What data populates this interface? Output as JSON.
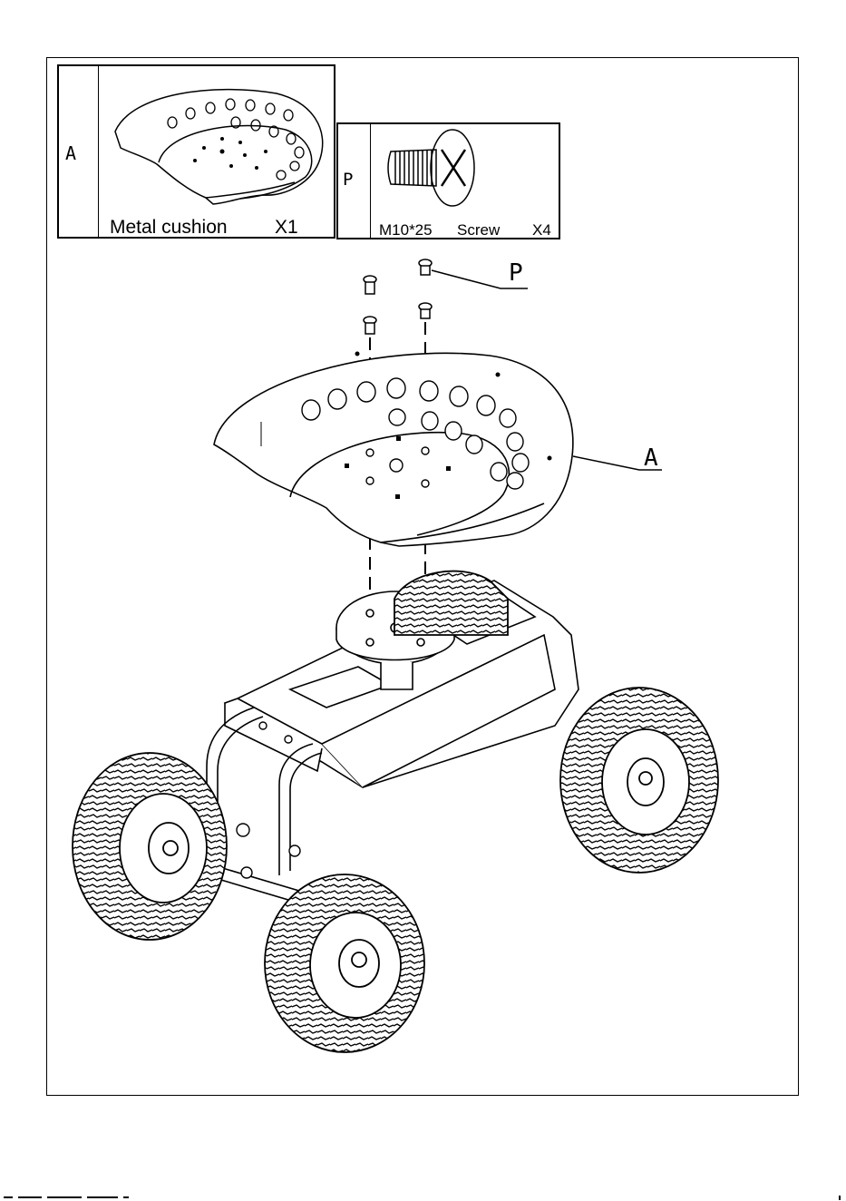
{
  "parts": [
    {
      "letter": "A",
      "name": "Metal cushion",
      "qty": "X1",
      "icon": "seat-cushion-icon"
    },
    {
      "letter": "P",
      "spec": "M10*25",
      "name": "Screw",
      "qty": "X4",
      "icon": "screw-icon"
    }
  ],
  "callouts": {
    "screw": "P",
    "cushion": "A"
  }
}
